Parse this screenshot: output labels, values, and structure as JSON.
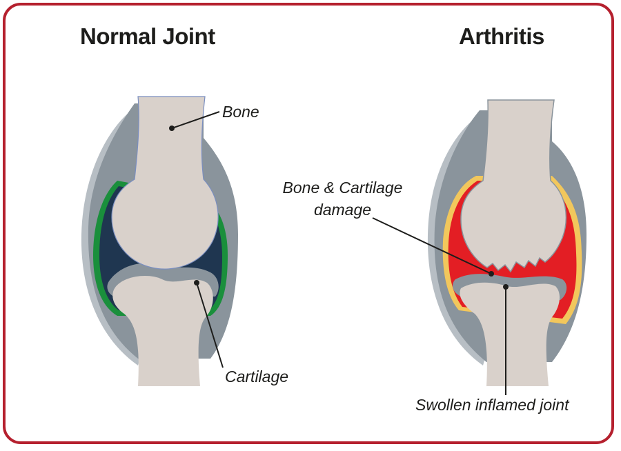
{
  "titles": {
    "normal": "Normal Joint",
    "arthritis": "Arthritis"
  },
  "labels": {
    "bone": "Bone",
    "cartilage": "Cartilage",
    "damage_line1": "Bone & Cartilage",
    "damage_line2": "damage",
    "swollen": "Swollen inflamed joint"
  },
  "colors": {
    "frame": "#b5202e",
    "bone": "#d9d1cb",
    "capsule": "#8a949c",
    "capsule_shadow": "#b7bec4",
    "synovial_normal": "#1f3650",
    "membrane_normal": "#1a8f3c",
    "inflamed": "#e31e24",
    "membrane_inflamed": "#f2c75c"
  }
}
